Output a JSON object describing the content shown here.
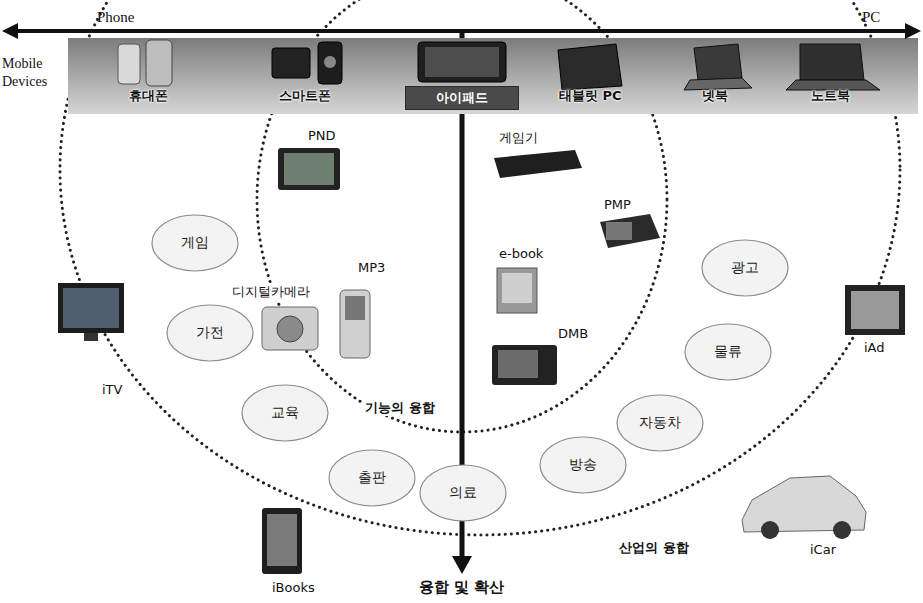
{
  "diagram": {
    "nodes": [
      {
        "text": [
          "게임"
        ]
      },
      {
        "text": [
          "가전"
        ]
      },
      {
        "text": [
          "교육"
        ]
      },
      {
        "text": [
          "출판"
        ]
      },
      {
        "text": [
          "의료"
        ]
      },
      {
        "text": [
          "방송"
        ]
      },
      {
        "text": [
          "자동차"
        ]
      },
      {
        "text": [
          "물류"
        ]
      },
      {
        "text": [
          "광고"
        ]
      }
    ],
    "labels": [
      "Phone",
      "PC",
      "Mobile Devices",
      "휴대폰",
      "스마트폰",
      "아이패드",
      "태블릿 PC",
      "넷북",
      "노트북",
      "PND",
      "게임기",
      "PMP",
      "e-book",
      "DMB",
      "디지털카메라",
      "MP3",
      "기능의 융합",
      "iTV",
      "iBooks",
      "iCar",
      "iAd",
      "산업의 융합",
      "융합 및 확산"
    ]
  }
}
